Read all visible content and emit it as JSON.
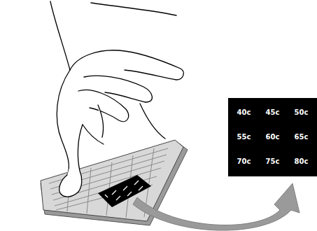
{
  "diagram": {
    "nodes": [
      {
        "text": [
          "40c",
          "45c",
          "50c",
          "55c",
          "60c",
          "65c",
          "70c",
          "75c",
          "80c"
        ]
      }
    ]
  }
}
